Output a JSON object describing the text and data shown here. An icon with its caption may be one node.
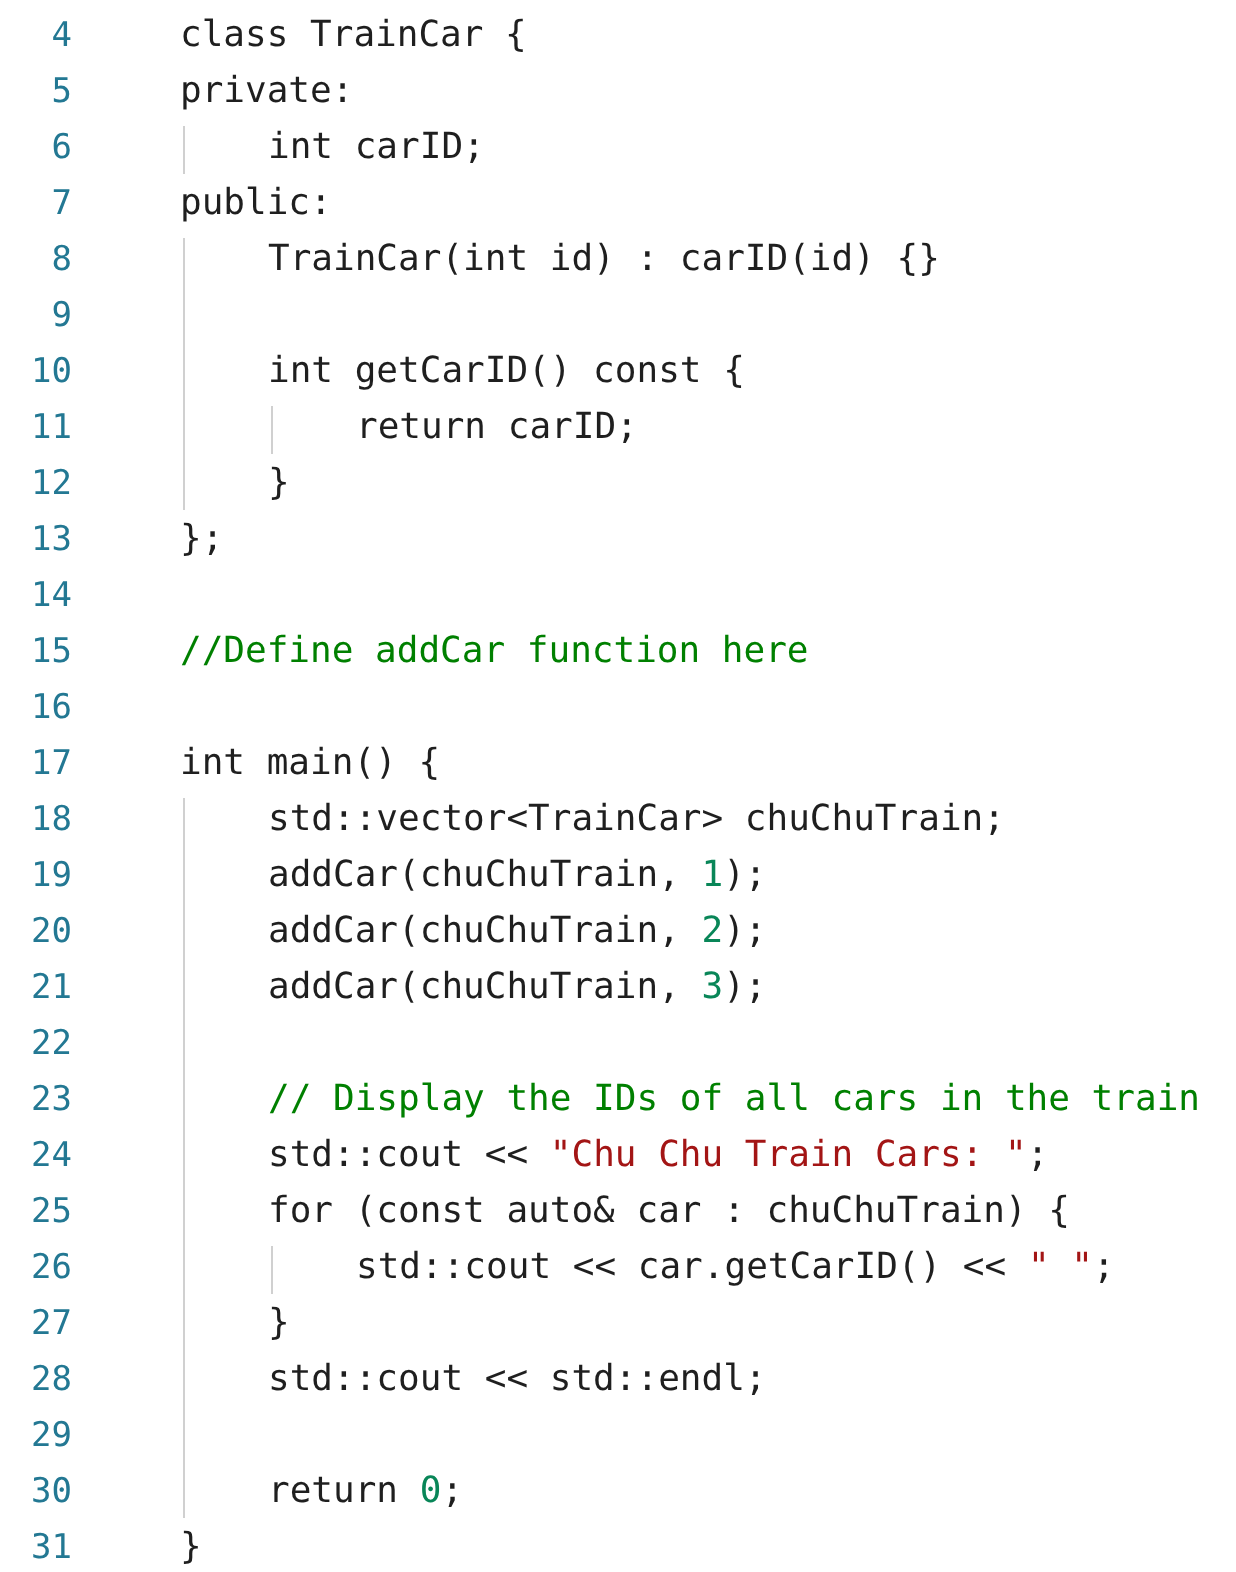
{
  "diagram": {
    "labels": [
      "4",
      "class TrainCar {",
      "5",
      "private:",
      "6",
      "int carID;",
      "7",
      "public:",
      "8",
      "TrainCar(int id) : carID(id) {}",
      "9",
      "10",
      "int getCarID() const {",
      "11",
      "return carID;",
      "12",
      "}",
      "13",
      "};",
      "14",
      "15",
      "//Define addCar function here",
      "16",
      "17",
      "int main() {",
      "18",
      "std::vector<TrainCar> chuChuTrain;",
      "19",
      "addCar(chuChuTrain, 1);",
      "20",
      "addCar(chuChuTrain, 2);",
      "21",
      "addCar(chuChuTrain, 3);",
      "22",
      "23",
      "// Display the IDs of all cars in the train",
      "24",
      "std::cout << \"Chu Chu Train Cars: \";",
      "25",
      "for (const auto& car : chuChuTrain) {",
      "26",
      "std::cout << car.getCarID() << \" \";",
      "27",
      "}",
      "28",
      "std::cout << std::endl;",
      "29",
      "30",
      "return 0;",
      "31",
      "}"
    ]
  }
}
